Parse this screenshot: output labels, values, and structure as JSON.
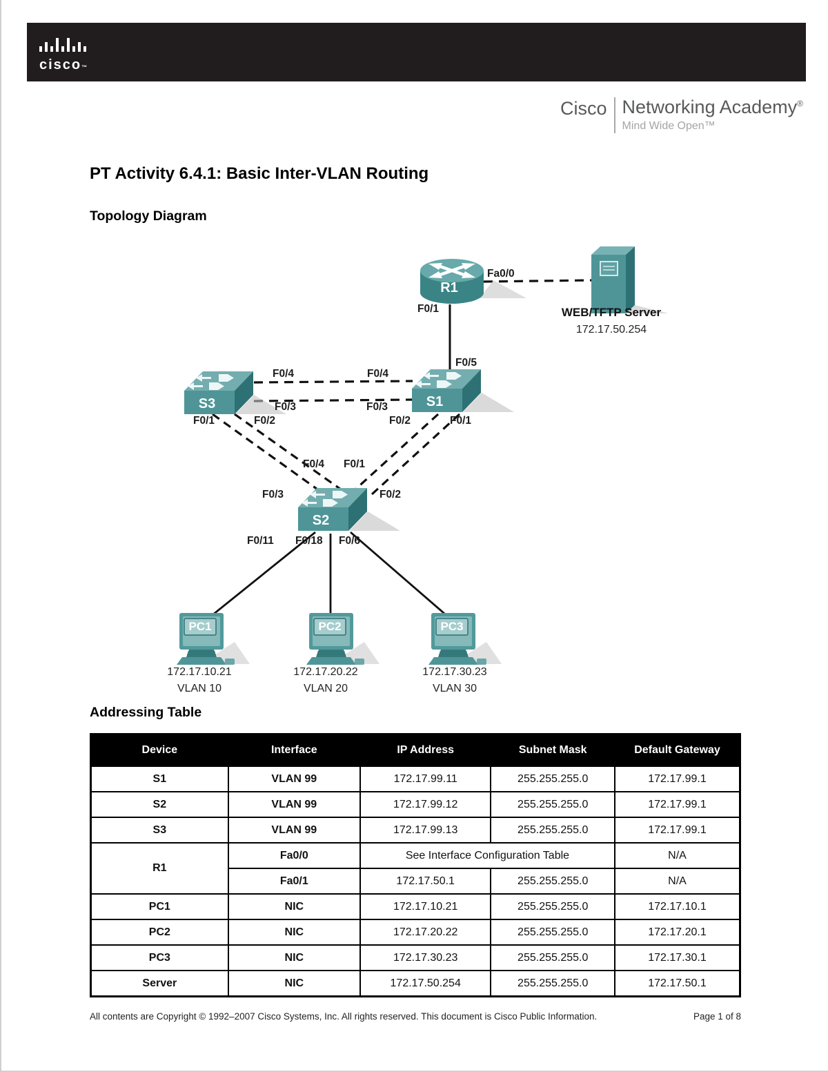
{
  "page": {
    "title": "PT Activity 6.4.1: Basic Inter-VLAN Routing",
    "section_topology": "Topology Diagram",
    "section_addressing": "Addressing Table"
  },
  "header": {
    "cisco_logo_text": "cisco",
    "cisco_logo_tm": "™"
  },
  "academy_logo": {
    "cisco": "Cisco",
    "academy": "Networking Academy",
    "registered": "®",
    "tagline": "Mind Wide Open™"
  },
  "topology": {
    "router": {
      "label": "R1"
    },
    "switches": {
      "s1": "S1",
      "s2": "S2",
      "s3": "S3"
    },
    "server": {
      "name": "WEB/TFTP Server",
      "ip": "172.17.50.254"
    },
    "pcs": [
      {
        "label": "PC1",
        "ip": "172.17.10.21",
        "vlan": "VLAN 10"
      },
      {
        "label": "PC2",
        "ip": "172.17.20.22",
        "vlan": "VLAN 20"
      },
      {
        "label": "PC3",
        "ip": "172.17.30.23",
        "vlan": "VLAN 30"
      }
    ],
    "ports": {
      "r1_fa00": "Fa0/0",
      "r1_f01": "F0/1",
      "s1_f05": "F0/5",
      "s3_f04": "F0/4",
      "s1_f04": "F0/4",
      "s3_f03": "F0/3",
      "s1_f03": "F0/3",
      "s3_f01": "F0/1",
      "s3_f02": "F0/2",
      "s1_f02": "F0/2",
      "s1_f01": "F0/1",
      "s2_f04": "F0/4",
      "s2_f01": "F0/1",
      "s2_f03": "F0/3",
      "s2_f02": "F0/2",
      "s2_f011": "F0/11",
      "s2_f018": "F0/18",
      "s2_f06": "F0/6"
    }
  },
  "addressing_table": {
    "headers": [
      "Device",
      "Interface",
      "IP Address",
      "Subnet Mask",
      "Default Gateway"
    ],
    "rows": [
      {
        "device": "S1",
        "interface": "VLAN 99",
        "ip": "172.17.99.11",
        "mask": "255.255.255.0",
        "gateway": "172.17.99.1"
      },
      {
        "device": "S2",
        "interface": "VLAN 99",
        "ip": "172.17.99.12",
        "mask": "255.255.255.0",
        "gateway": "172.17.99.1"
      },
      {
        "device": "S3",
        "interface": "VLAN 99",
        "ip": "172.17.99.13",
        "mask": "255.255.255.0",
        "gateway": "172.17.99.1"
      },
      {
        "device": "R1",
        "interface": "Fa0/0",
        "ip": "See Interface Configuration Table",
        "gateway": "N/A"
      },
      {
        "interface": "Fa0/1",
        "ip": "172.17.50.1",
        "mask": "255.255.255.0",
        "gateway": "N/A"
      },
      {
        "device": "PC1",
        "interface": "NIC",
        "ip": "172.17.10.21",
        "mask": "255.255.255.0",
        "gateway": "172.17.10.1"
      },
      {
        "device": "PC2",
        "interface": "NIC",
        "ip": "172.17.20.22",
        "mask": "255.255.255.0",
        "gateway": "172.17.20.1"
      },
      {
        "device": "PC3",
        "interface": "NIC",
        "ip": "172.17.30.23",
        "mask": "255.255.255.0",
        "gateway": "172.17.30.1"
      },
      {
        "device": "Server",
        "interface": "NIC",
        "ip": "172.17.50.254",
        "mask": "255.255.255.0",
        "gateway": "172.17.50.1"
      }
    ]
  },
  "footer": {
    "copyright": "All contents are Copyright © 1992–2007 Cisco Systems, Inc. All rights reserved. This document is Cisco Public Information.",
    "page": "Page 1 of 8"
  },
  "colors": {
    "device_teal": "#4f9598",
    "device_teal_light": "#74adaf",
    "device_teal_dark": "#2e7174",
    "header_bar": "#211d1e"
  }
}
